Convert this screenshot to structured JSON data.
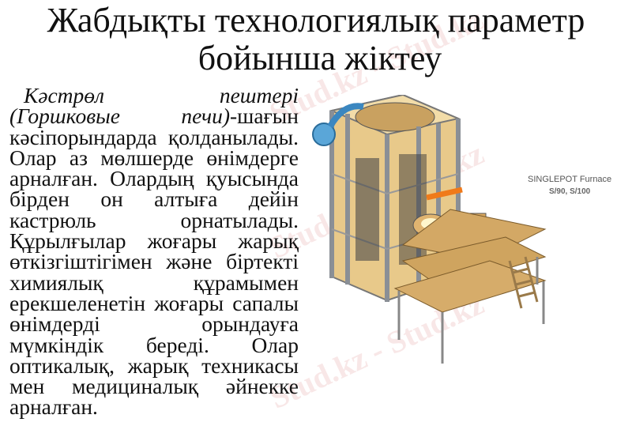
{
  "title": {
    "line1": "Жабдықты технологиялық параметр",
    "line2": "бойынша жіктеу"
  },
  "body": {
    "lines": [
      {
        "parts": [
          {
            "t": "Кәстрөл",
            "i": true
          },
          {
            "t": "пештері",
            "i": true
          }
        ]
      },
      {
        "parts": [
          {
            "t": "(Горшковые",
            "i": true
          },
          {
            "t": "печи)",
            "i": true,
            "tail": "-шағын"
          }
        ]
      },
      {
        "text": "кәсіпорындарда қолданылады."
      },
      {
        "text": "Олар аз мөлшерде өнімдерге"
      },
      {
        "text": "арналған. Олардың қуысында"
      },
      {
        "text": "бірден он алтыға дейін"
      },
      {
        "text": "кастрюль орнатылады."
      },
      {
        "text": "Құрылғылар жоғары жарық"
      },
      {
        "text": "өткізгіштігімен және біртекті"
      },
      {
        "text": "химиялық құрамымен"
      },
      {
        "text": "ерекшеленетін жоғары сапалы"
      },
      {
        "text": "өнімдерді орындауға"
      },
      {
        "text": "мүмкіндік береді. Олар"
      },
      {
        "text": "оптикалық, жарық техникасы"
      },
      {
        "text": "мен медициналық әйнекке"
      },
      {
        "text": "арналған."
      }
    ]
  },
  "figure": {
    "caption": "SINGLEPOT Furnace",
    "models": "S/90, S/100"
  },
  "watermark": {
    "text": "Stud.kz - Stud.kz"
  }
}
